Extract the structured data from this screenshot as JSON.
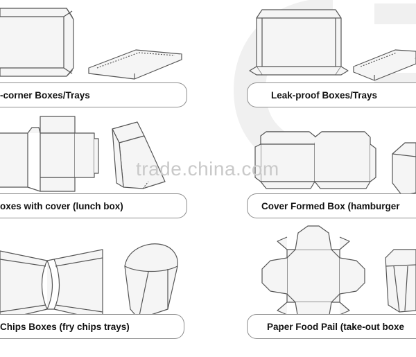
{
  "watermark": "trade.china.com",
  "labels": {
    "top_left": "-corner Boxes/Trays",
    "top_right": "Leak-proof Boxes/Trays",
    "mid_left": "oxes with cover (lunch box)",
    "mid_right": "Cover Formed Box (hamburger",
    "bot_left": "Chips Boxes (fry chips trays)",
    "bot_right": "Paper Food Pail (take-out boxe"
  },
  "colors": {
    "line": "#555555",
    "fill": "#f4f4f4",
    "border": "#8c8c8c"
  }
}
